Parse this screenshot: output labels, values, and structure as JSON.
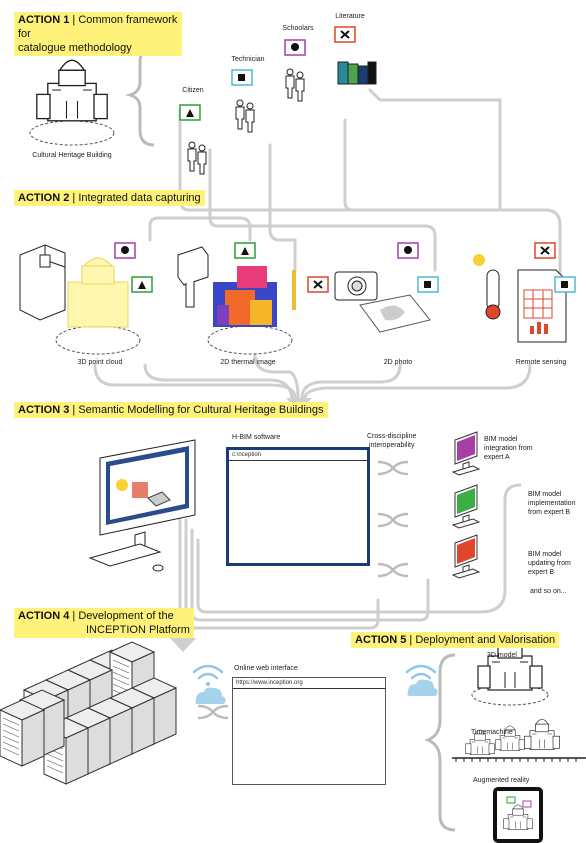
{
  "actions": {
    "a1_num": "ACTION 1",
    "a1_text_line1": "Common framework for",
    "a1_text_line2": "catalogue methodology",
    "a2_num": "ACTION 2",
    "a2_text": "Integrated data capturing",
    "a3_num": "ACTION 3",
    "a3_text": "Semantic Modelling for Cultural Heritage Buildings",
    "a4_num": "ACTION 4",
    "a4_text_line1": "Development of the",
    "a4_text_line2": "INCEPTION Platform",
    "a5_num": "ACTION 5",
    "a5_text": "Deployment and Valorisation"
  },
  "stakeholders": {
    "building": "Cultural Heritage Building",
    "citizen": "Citizen",
    "technician": "Technician",
    "scholars": "Schoolars",
    "literature": "Literature"
  },
  "capture": {
    "point_cloud": "3D point cloud",
    "thermal": "2D thermal image",
    "photo": "2D photo",
    "remote": "Remote sensing"
  },
  "hbim": {
    "software": "H-BIM software",
    "path": "c:\\nception",
    "cross": "Cross-discipline interoperability",
    "cross_line1": "Cross-discipline",
    "cross_line2": "interoperability",
    "expert_a_l1": "BIM model",
    "expert_a_l2": "integration from",
    "expert_a_l3": "expert A",
    "expert_b_l1": "BIM model",
    "expert_b_l2": "implementation",
    "expert_b_l3": "from expert B",
    "expert_c_l1": "BIM model",
    "expert_c_l2": "updating from",
    "expert_c_l3": "expert B",
    "and_so_on": "and so on..."
  },
  "platform": {
    "web": "Online web interface",
    "url": "https://www.inception.org"
  },
  "deploy": {
    "model": "3D model",
    "timemachine": "Timemachine",
    "ar": "Augmented reality"
  },
  "colors": {
    "highlight": "#fff27a",
    "green": "#2e9e3a",
    "cyan": "#4fb8d6",
    "magenta": "#a63fa6",
    "red": "#e0462b",
    "pipe": "#c8c8c8",
    "window": "#1d3b78"
  }
}
